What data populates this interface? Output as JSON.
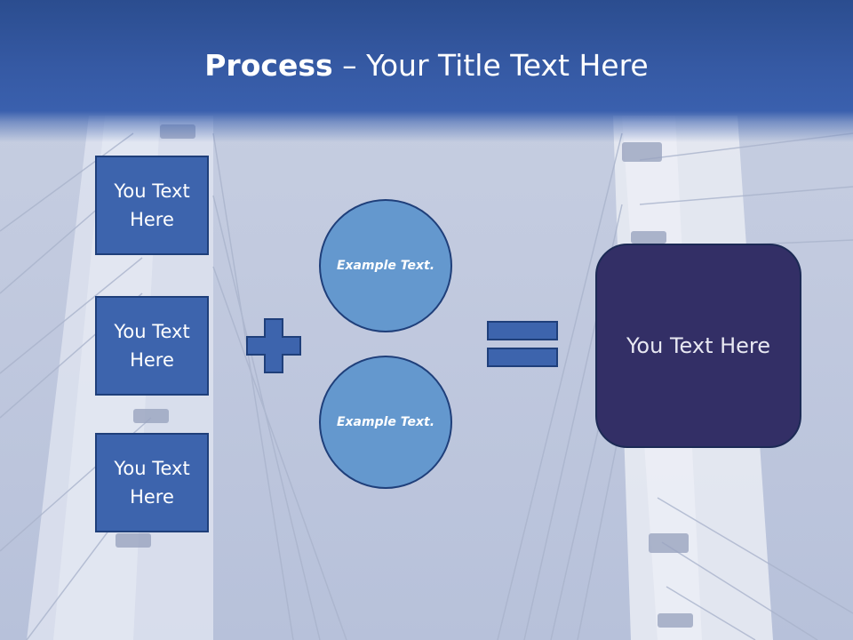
{
  "header": {
    "title_bold": "Process",
    "title_rest": " – Your Title Text Here"
  },
  "inputs": [
    {
      "label": "You Text Here"
    },
    {
      "label": "You Text Here"
    },
    {
      "label": "You Text Here"
    }
  ],
  "examples": [
    {
      "label": "Example Text."
    },
    {
      "label": "Example Text."
    }
  ],
  "result": {
    "label": "You Text Here"
  },
  "colors": {
    "header": "#3559a3",
    "box_fill": "#3d64ad",
    "circle_fill": "#6498ce",
    "result_fill": "#332f66",
    "operator_fill": "#3d64ad"
  }
}
